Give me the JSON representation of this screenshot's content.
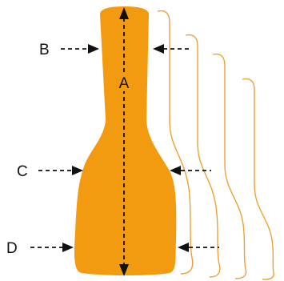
{
  "labels": {
    "a": "A",
    "b": "B",
    "c": "C",
    "d": "D"
  },
  "colors": {
    "shape_fill": "#F29B10",
    "outline_stroke": "#F0A030",
    "arrow": "#111111"
  }
}
